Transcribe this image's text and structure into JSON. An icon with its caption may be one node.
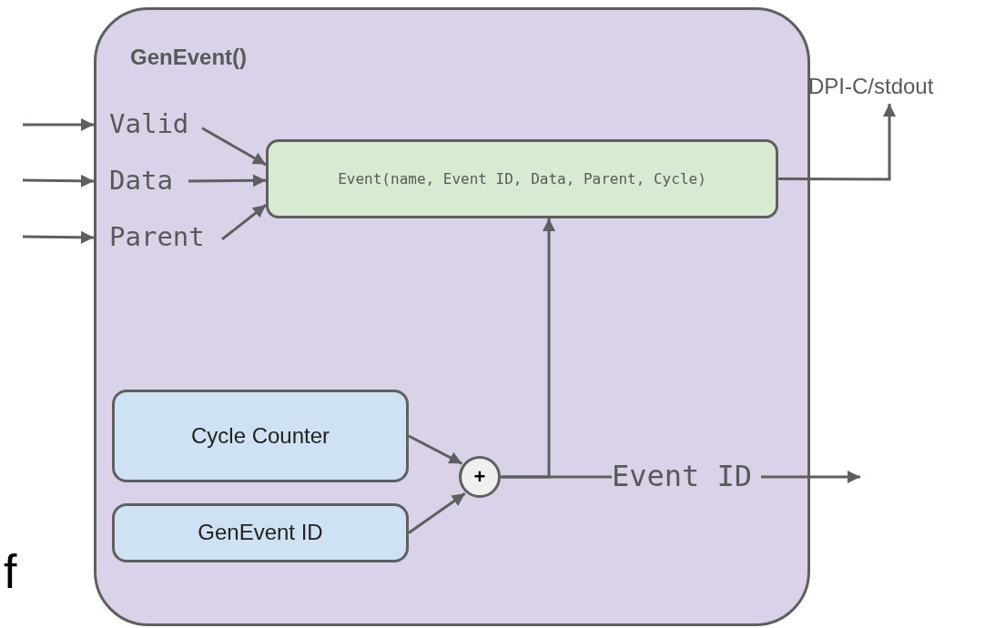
{
  "diagram": {
    "nodes": [
      {
        "text": [
          "GenEvent()"
        ]
      },
      {
        "text": [
          "Valid"
        ],
        "in": 0
      },
      {
        "text": [
          "Data"
        ],
        "in": 0
      },
      {
        "text": [
          "Parent"
        ],
        "in": 0
      },
      {
        "text": [
          "Event(name, Event ID, Data, Parent, Cycle)"
        ],
        "in": 0
      },
      {
        "text": [
          "Cycle Counter"
        ],
        "in": 0
      },
      {
        "text": [
          "GenEvent ID"
        ],
        "in": 0
      },
      {
        "text": [
          "+"
        ],
        "in": 0
      },
      {
        "text": [
          "Event ID"
        ],
        "in": 0
      },
      {
        "text": [
          "DPI-C/stdout"
        ]
      }
    ],
    "edges": [
      {
        "from": null,
        "to": 1,
        "arrow": "to"
      },
      {
        "from": null,
        "to": 2,
        "arrow": "to"
      },
      {
        "from": null,
        "to": 3,
        "arrow": "to"
      },
      {
        "from": 1,
        "to": 4,
        "arrow": "to"
      },
      {
        "from": 2,
        "to": 4,
        "arrow": "to"
      },
      {
        "from": 3,
        "to": 4,
        "arrow": "to"
      },
      {
        "from": 5,
        "to": 7,
        "arrow": "to"
      },
      {
        "from": 6,
        "to": 7,
        "arrow": "to"
      },
      {
        "from": 7,
        "to": 4,
        "arrow": "to"
      },
      {
        "from": 7,
        "to": 8,
        "arrow": "none"
      },
      {
        "from": 8,
        "to": null,
        "arrow": "to"
      },
      {
        "from": 4,
        "to": 9,
        "arrow": "to"
      }
    ],
    "labels": [
      "f"
    ]
  }
}
